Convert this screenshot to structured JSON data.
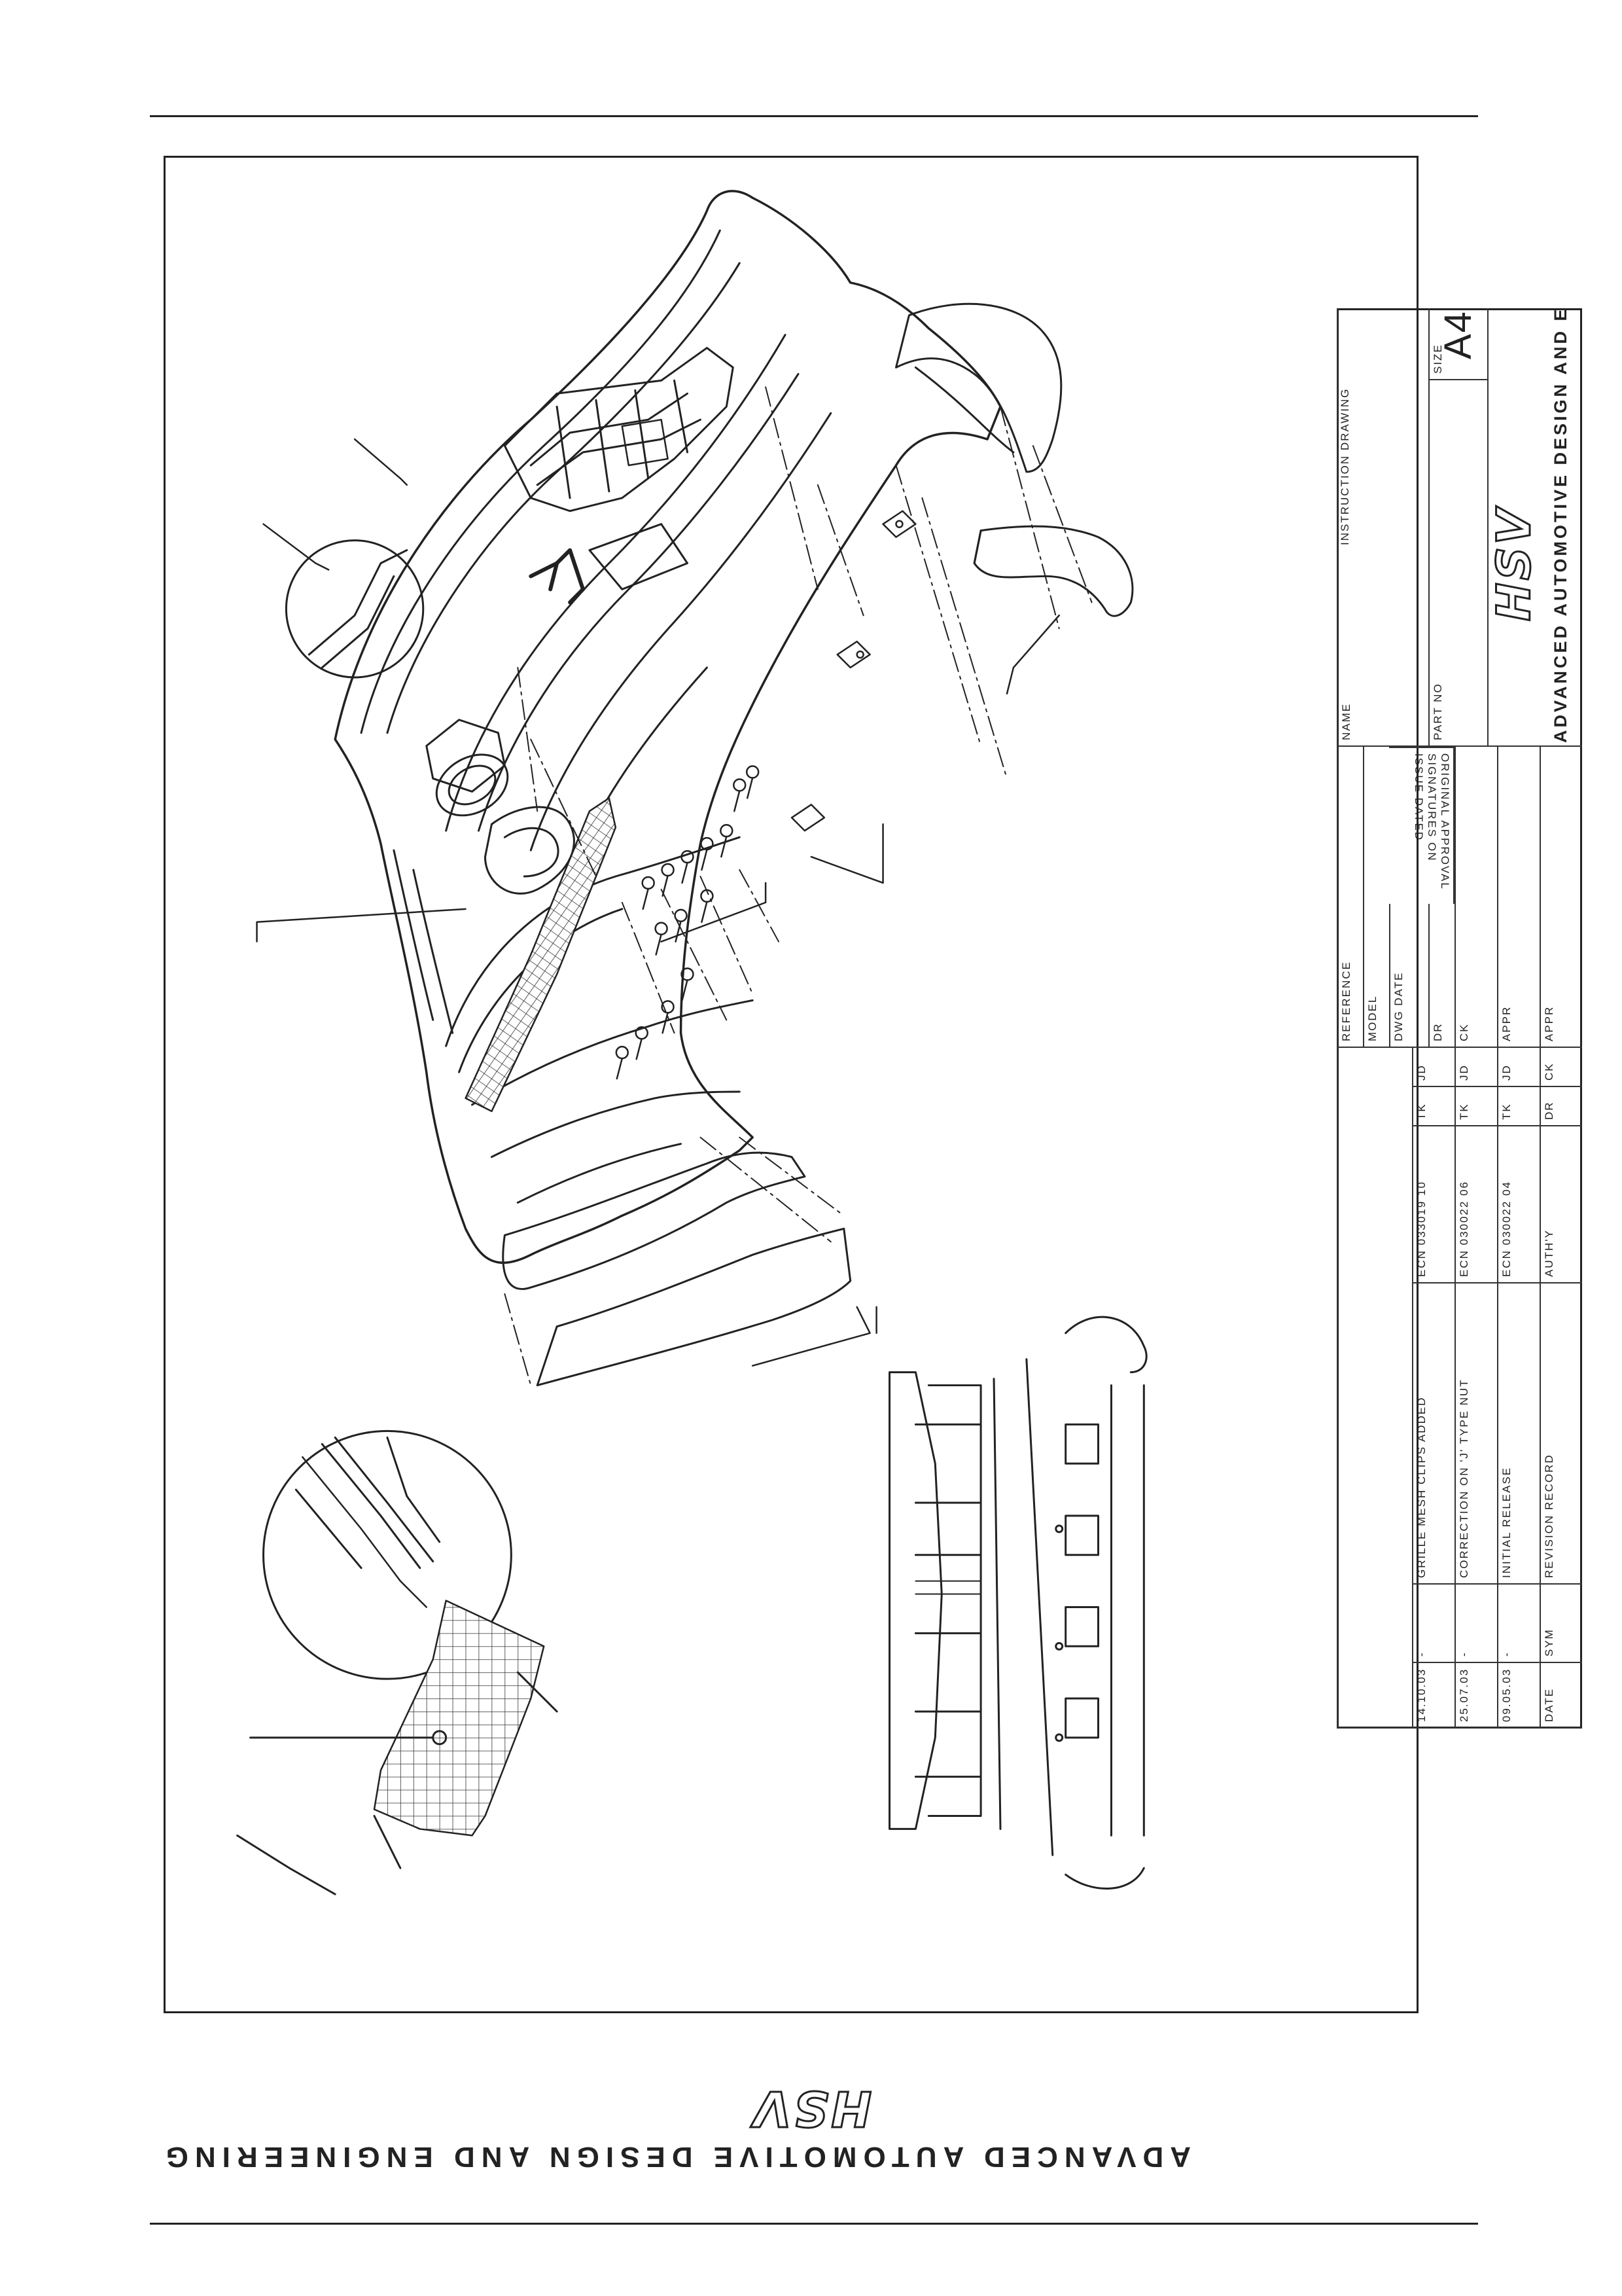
{
  "brand": {
    "tagline": "ADVANCED AUTOMOTIVE DESIGN AND ENGINEERING",
    "logo_text": "HSV"
  },
  "title_block": {
    "instruction_label": "INSTRUCTION DRAWING",
    "name_label": "NAME",
    "part_no_label": "PART NO",
    "size_label": "SIZE",
    "size_value": "A4",
    "reference_label": "REFERENCE",
    "model_label": "MODEL",
    "dwg_date_label": "DWG DATE",
    "dr_label": "DR",
    "ck_label": "CK",
    "appr_label": "APPR",
    "approval_text": "ORIGINAL APPROVAL SIGNATURES ON ISSUE DATED",
    "revisions": [
      {
        "date": "14.10.03",
        "sym": "-",
        "desc": "GRILLE MESH CLIPS ADDED",
        "auth": "ECN 033019 10",
        "dr": "TK",
        "ck": "JD"
      },
      {
        "date": "25.07.03",
        "sym": "-",
        "desc": "CORRECTION ON 'J' TYPE NUT",
        "auth": "ECN 030022 06",
        "dr": "TK",
        "ck": "JD"
      },
      {
        "date": "09.05.03",
        "sym": "-",
        "desc": "INITIAL RELEASE",
        "auth": "ECN 030022 04",
        "dr": "TK",
        "ck": "JD"
      }
    ],
    "revision_header": {
      "date": "DATE",
      "sym": "SYM",
      "desc": "REVISION RECORD",
      "auth": "AUTH'Y",
      "dr": "DR",
      "ck": "CK"
    }
  }
}
